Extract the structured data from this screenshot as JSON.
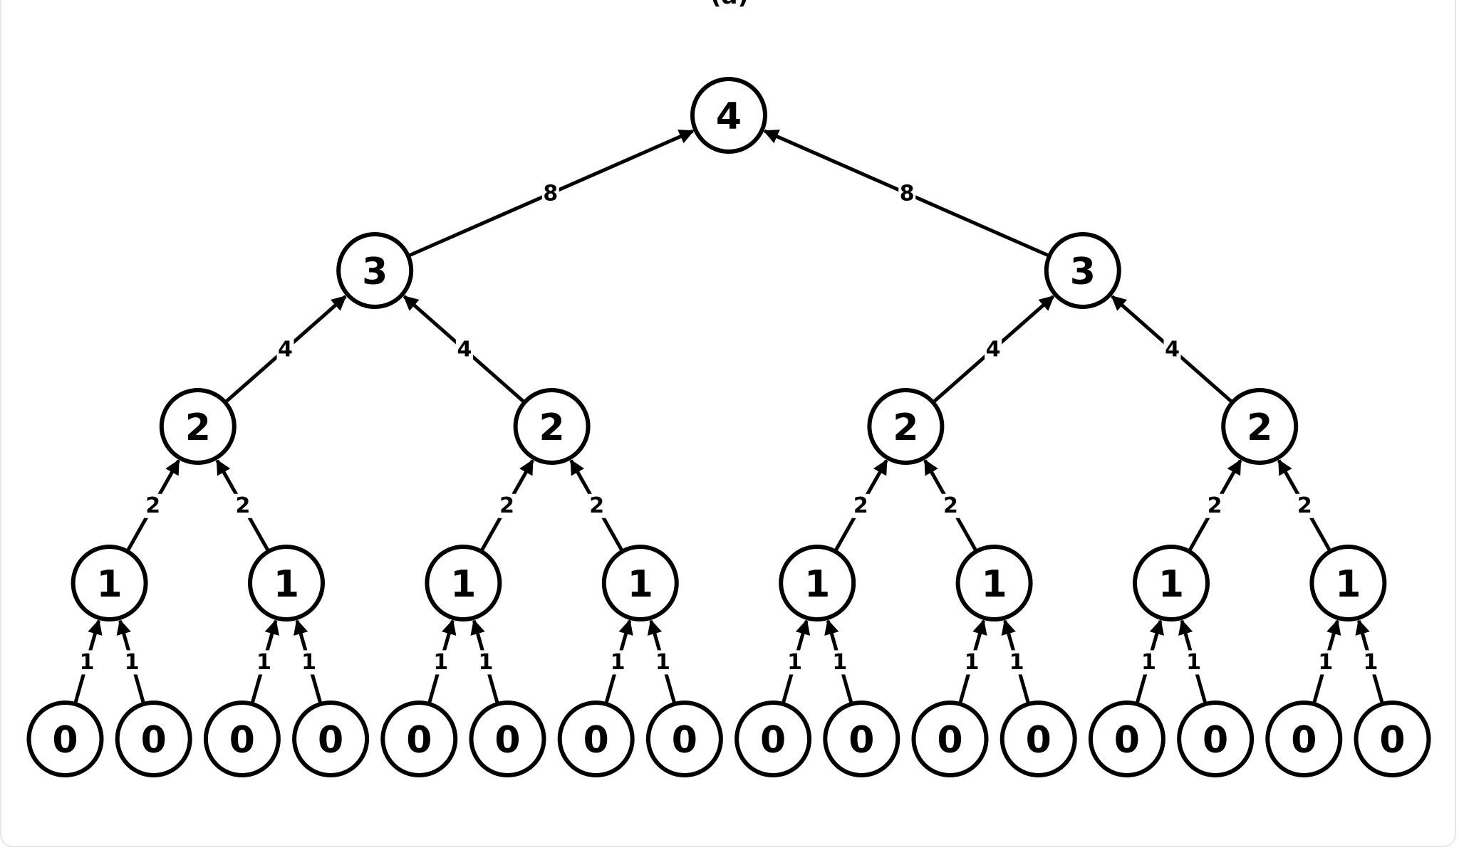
{
  "title": "(a)",
  "diagram": {
    "type": "binary-tree",
    "edge_direction": "child-to-parent",
    "levels": [
      {
        "node_label": "4",
        "count": 1
      },
      {
        "node_label": "3",
        "count": 2,
        "edge_label": "8"
      },
      {
        "node_label": "2",
        "count": 4,
        "edge_label": "4"
      },
      {
        "node_label": "1",
        "count": 8,
        "edge_label": "2"
      },
      {
        "node_label": "0",
        "count": 16,
        "edge_label": "1"
      }
    ],
    "colors": {
      "stroke": "#000000",
      "fill": "#ffffff"
    }
  }
}
